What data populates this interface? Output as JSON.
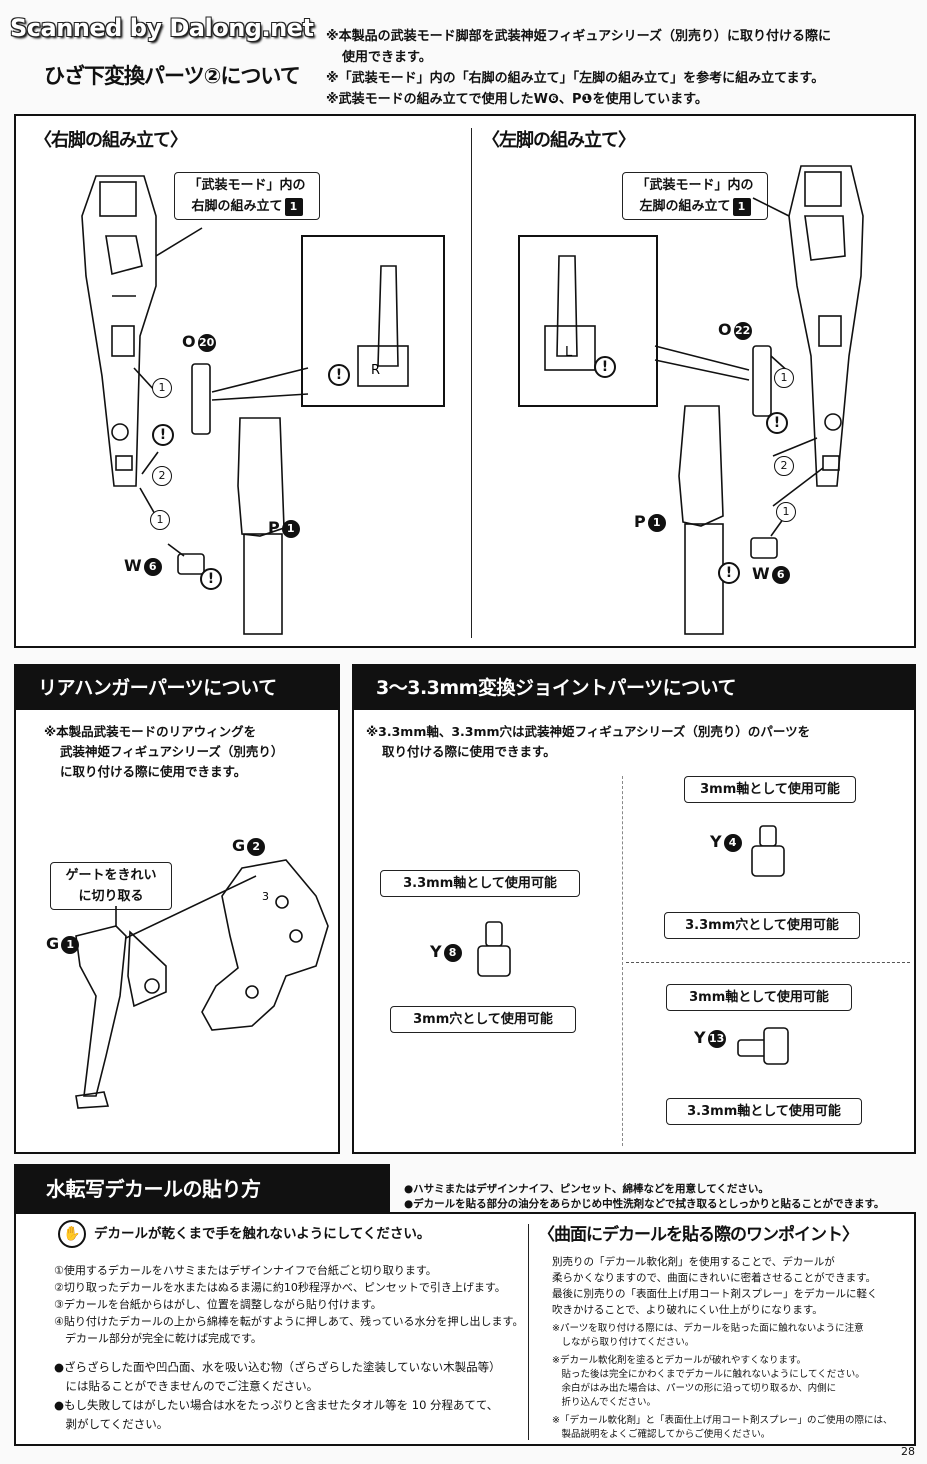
{
  "watermark": "Scanned by Dalong.net",
  "header": {
    "title": "ひざ下変換パーツ②について",
    "intro_lines": [
      "※本製品の武装モード脚部を武装神姫フィギュアシリーズ（別売り）に取り付ける際に",
      "使用できます。",
      "※「武装モード」内の「右脚の組み立て」「左脚の組み立て」を参考に組み立てます。",
      "※武装モードの組み立てで使用したW❻、P❶を使用しています。"
    ]
  },
  "legs": {
    "right": {
      "heading": "〈右脚の組み立て〉",
      "callout_line1": "「武装モード」内の",
      "callout_line2": "右脚の組み立て",
      "callout_num": "1",
      "part_o": "O",
      "part_o_num": "20",
      "part_p": "P",
      "part_p_num": "1",
      "part_w": "W",
      "part_w_num": "6",
      "mark": "R",
      "steps": [
        "1",
        "2",
        "1"
      ],
      "warn": "!"
    },
    "left": {
      "heading": "〈左脚の組み立て〉",
      "callout_line1": "「武装モード」内の",
      "callout_line2": "左脚の組み立て",
      "callout_num": "1",
      "part_o": "O",
      "part_o_num": "22",
      "part_p": "P",
      "part_p_num": "1",
      "part_w": "W",
      "part_w_num": "6",
      "mark": "L",
      "steps": [
        "1",
        "2",
        "1"
      ],
      "warn": "!"
    }
  },
  "rear_hanger": {
    "title": "リアハンガーパーツについて",
    "note_lines": [
      "※本製品武装モードのリアウィングを",
      "武装神姫フィギュアシリーズ（別売り）",
      "に取り付ける際に使用できます。"
    ],
    "callout_line1": "ゲートをきれい",
    "callout_line2": "に切り取る",
    "part_g1": "G",
    "part_g1_num": "1",
    "part_g2": "G",
    "part_g2_num": "2",
    "mark": "3"
  },
  "joint": {
    "title": "3〜3.3mm変換ジョイントパーツについて",
    "note_lines": [
      "※3.3mm軸、3.3mm穴は武装神姫フィギュアシリーズ（別売り）のパーツを",
      "取り付ける際に使用できます。"
    ],
    "y8": {
      "part": "Y",
      "num": "8",
      "top": "3.3mm軸として使用可能",
      "bottom": "3mm穴として使用可能"
    },
    "y4": {
      "part": "Y",
      "num": "4",
      "top": "3mm軸として使用可能",
      "bottom": "3.3mm穴として使用可能"
    },
    "y13": {
      "part": "Y",
      "num": "13",
      "top": "3mm軸として使用可能",
      "bottom": "3.3mm軸として使用可能"
    }
  },
  "decal": {
    "title": "水転写デカールの貼り方",
    "prep_notes": [
      "●ハサミまたはデザインナイフ、ピンセット、綿棒などを用意してください。",
      "●デカールを貼る部分の油分をあらかじめ中性洗剤などで拭き取るとしっかりと貼ることができます。"
    ],
    "warning": "デカールが乾くまで手を触れないようにしてください。",
    "hand_icon": "✋",
    "steps": [
      "①使用するデカールをハサミまたはデザインナイフで台紙ごと切り取ります。",
      "②切り取ったデカールを水またはぬるま湯に約10秒程浮かべ、ピンセットで引き上げます。",
      "③デカールを台紙からはがし、位置を調整しながら貼り付けます。",
      "④貼り付けたデカールの上から綿棒を転がすように押しあて、残っている水分を押し出します。",
      "　デカール部分が完全に乾けば完成です。"
    ],
    "cautions": [
      "●ざらざらした面や凹凸面、水を吸い込む物（ざらざらした塗装していない木製品等）",
      "　には貼ることができませんのでご注意ください。",
      "●もし失敗してはがしたい場合は水をたっぷりと含ませたタオル等を 10 分程あてて、",
      "　剥がしてください。"
    ],
    "tip_heading": "〈曲面にデカールを貼る際のワンポイント〉",
    "tip_lines": [
      "別売りの「デカール軟化剤」を使用することで、デカールが",
      "柔らかくなりますので、曲面にきれいに密着させることができます。",
      "最後に別売りの「表面仕上げ用コート剤スプレー」をデカールに軽く",
      "吹きかけることで、より破れにくい仕上がりになります。"
    ],
    "tip_notes": [
      "※パーツを取り付ける際には、デカールを貼った面に触れないように注意",
      "　しながら取り付けてください。",
      "※デカール軟化剤を塗るとデカールが破れやすくなります。",
      "　貼った後は完全にかわくまでデカールに触れないようにしてください。",
      "　余白がはみ出た場合は、パーツの形に沿って切り取るか、内側に",
      "　折り込んでください。",
      "※「デカール軟化剤」と「表面仕上げ用コート剤スプレー」のご使用の際には、",
      "　製品説明をよくご確認してからご使用ください。"
    ]
  },
  "page_number": "28"
}
